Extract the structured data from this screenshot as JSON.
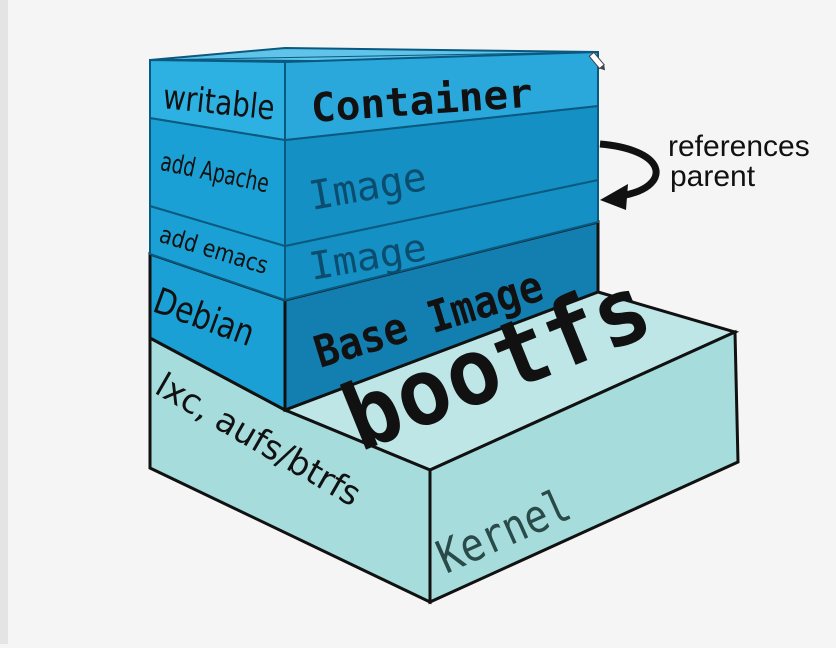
{
  "diagram": {
    "layers": {
      "writable": {
        "side_label": "writable",
        "front_label": "Container"
      },
      "apache": {
        "side_label": "add Apache",
        "front_label": "Image"
      },
      "emacs": {
        "side_label": "add emacs",
        "front_label": "Image"
      },
      "debian": {
        "side_label": "Debian",
        "front_label": "Base Image"
      },
      "bootfs": {
        "side_label": "lxc, aufs/btrfs",
        "top_label": "bootfs",
        "front_label": "Kernel"
      }
    },
    "annotation": {
      "line1": "references",
      "line2": "parent"
    },
    "colors": {
      "layer_blue": "#1aa0d4",
      "layer_blue_dark": "#127fb0",
      "layer_blue_light": "#5fc3ea",
      "kernel": "#a6dcdc",
      "kernel_top": "#bfe6e6",
      "outline": "#111111"
    }
  }
}
